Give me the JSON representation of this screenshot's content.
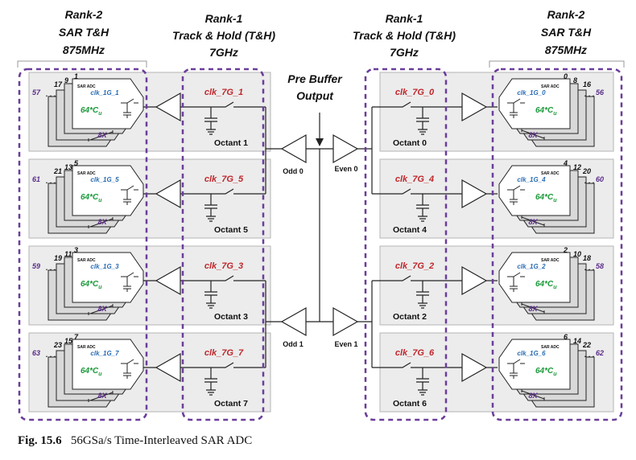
{
  "headers": {
    "rank2_left": [
      "Rank-2",
      "SAR T&H",
      "875MHz"
    ],
    "rank1_left": [
      "Rank-1",
      "Track & Hold (T&H)",
      "7GHz"
    ],
    "prebuffer": [
      "Pre Buffer",
      "Output"
    ],
    "rank1_right": [
      "Rank-1",
      "Track & Hold (T&H)",
      "7GHz"
    ],
    "rank2_right": [
      "Rank-2",
      "SAR T&H",
      "875MHz"
    ]
  },
  "left_rows": [
    {
      "clk7": "clk_7G_1",
      "octant": "Octant 1",
      "clk1": "clk_1G_1",
      "nums": [
        "17",
        "9",
        "1"
      ],
      "side": "57"
    },
    {
      "clk7": "clk_7G_5",
      "octant": "Octant 5",
      "clk1": "clk_1G_5",
      "nums": [
        "21",
        "13",
        "5"
      ],
      "side": "61"
    },
    {
      "clk7": "clk_7G_3",
      "octant": "Octant 3",
      "clk1": "clk_1G_3",
      "nums": [
        "19",
        "11",
        "3"
      ],
      "side": "59"
    },
    {
      "clk7": "clk_7G_7",
      "octant": "Octant 7",
      "clk1": "clk_1G_7",
      "nums": [
        "23",
        "15",
        "7"
      ],
      "side": "63"
    }
  ],
  "right_rows": [
    {
      "clk7": "clk_7G_0",
      "octant": "Octant 0",
      "clk1": "clk_1G_0",
      "nums": [
        "0",
        "8",
        "16"
      ],
      "side": "56"
    },
    {
      "clk7": "clk_7G_4",
      "octant": "Octant 4",
      "clk1": "clk_1G_4",
      "nums": [
        "4",
        "12",
        "20"
      ],
      "side": "60"
    },
    {
      "clk7": "clk_7G_2",
      "octant": "Octant 2",
      "clk1": "clk_1G_2",
      "nums": [
        "2",
        "10",
        "18"
      ],
      "side": "58"
    },
    {
      "clk7": "clk_7G_6",
      "octant": "Octant 6",
      "clk1": "clk_1G_6",
      "nums": [
        "6",
        "14",
        "22"
      ],
      "side": "62"
    }
  ],
  "buffers": {
    "odd0": "Odd 0",
    "odd1": "Odd 1",
    "even0": "Even 0",
    "even1": "Even 1"
  },
  "sar_label": "SAR ADC",
  "cap_label": "64*C",
  "cap_sub": "u",
  "mult_label": "8X",
  "caption": {
    "label": "Fig. 15.6",
    "text": "56GSa/s Time-Interleaved SAR ADC"
  }
}
